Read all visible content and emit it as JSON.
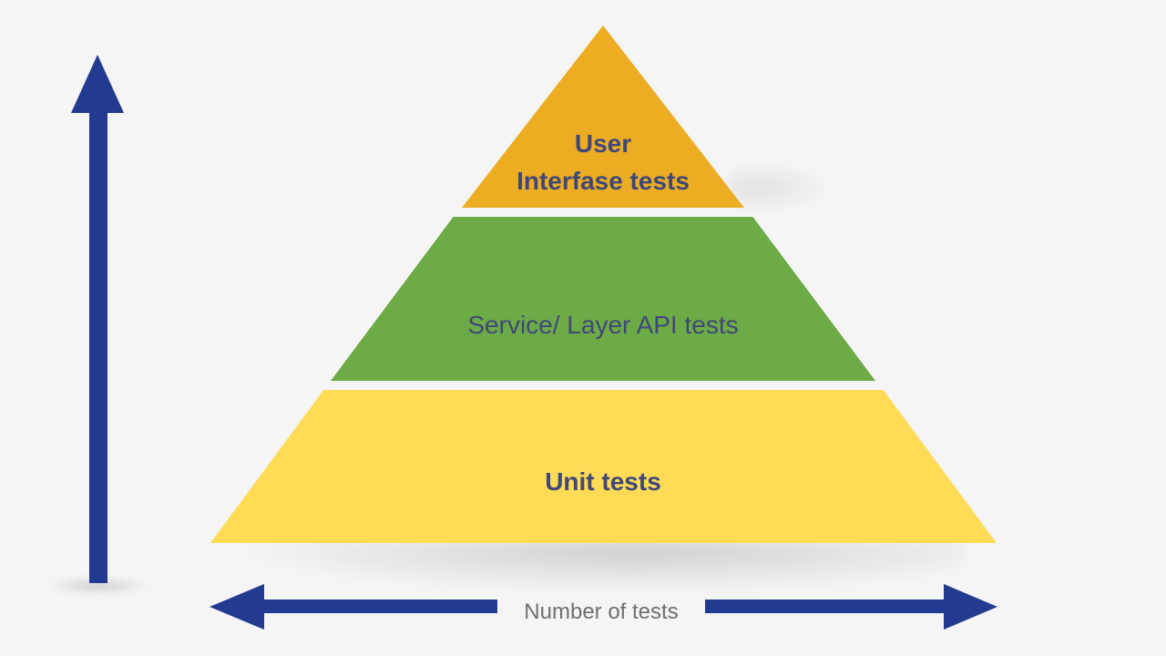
{
  "diagram": {
    "name": "testing-pyramid",
    "pyramid": {
      "layers": [
        {
          "id": "ui",
          "label_line1": "User",
          "label_line2": "Interfase tests",
          "color": "#EDAD23",
          "position": "top"
        },
        {
          "id": "service",
          "label": "Service/ Layer API tests",
          "color": "#6DAB47",
          "position": "middle"
        },
        {
          "id": "unit",
          "label": "Unit tests",
          "color": "#FFDB56",
          "position": "bottom"
        }
      ]
    },
    "axes": {
      "x_label": "Number of tests"
    },
    "icons": {
      "y_axis": "up-arrow",
      "x_axis": "left-right-double-arrow"
    },
    "colors": {
      "background": "#F5F5F5",
      "arrow": "#233A91",
      "layer_label_text": "#3F4878",
      "axis_label_text": "#6F6F6F",
      "ui_layer": "#EDAD23",
      "service_layer": "#6DAB47",
      "unit_layer": "#FFDB56"
    }
  }
}
